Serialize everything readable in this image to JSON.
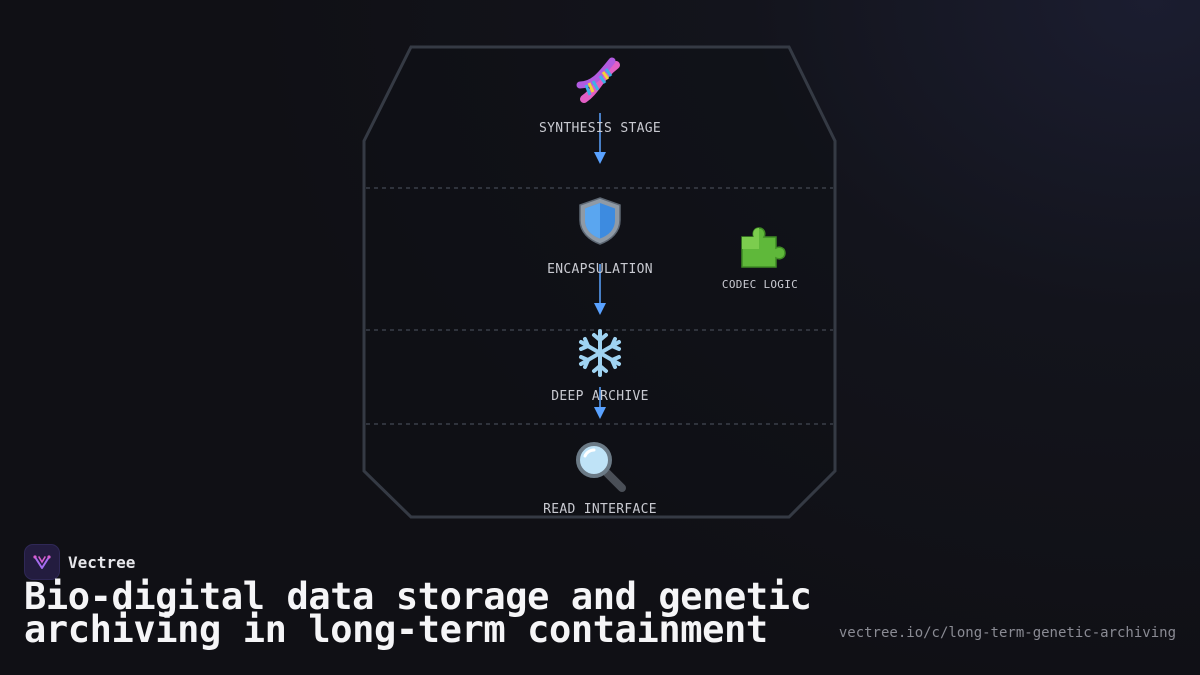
{
  "diagram": {
    "stages": [
      {
        "label": "SYNTHESIS STAGE",
        "icon": "dna-icon"
      },
      {
        "label": "ENCAPSULATION",
        "icon": "shield-icon"
      },
      {
        "label": "DEEP ARCHIVE",
        "icon": "snowflake-icon"
      },
      {
        "label": "READ INTERFACE",
        "icon": "magnifier-icon"
      }
    ],
    "side_node": {
      "label": "CODEC LOGIC",
      "icon": "puzzle-icon"
    },
    "colors": {
      "arrow": "#5aa2ff",
      "frame": "#353a44",
      "divider": "#3a3f49"
    }
  },
  "brand": {
    "name": "Vectree",
    "logo_icon": "vectree-logo-icon"
  },
  "headline": "Bio-digital data storage and genetic archiving in long-term containment",
  "url": "vectree.io/c/long-term-genetic-archiving"
}
